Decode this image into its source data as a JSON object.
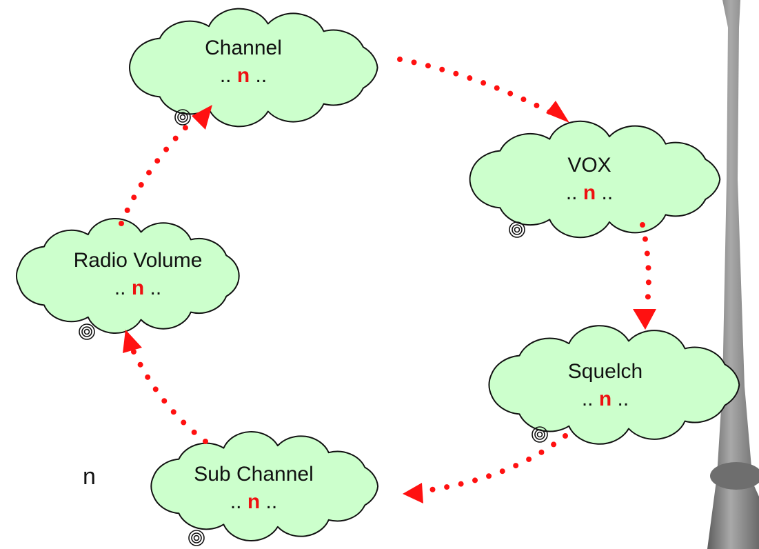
{
  "nodes": [
    {
      "id": "channel",
      "label": "Channel",
      "left": "..",
      "var": "n",
      "right": ".."
    },
    {
      "id": "vox",
      "label": "VOX",
      "left": "..",
      "var": "n",
      "right": ".."
    },
    {
      "id": "squelch",
      "label": "Squelch",
      "left": "..",
      "var": "n",
      "right": ".."
    },
    {
      "id": "sub-channel",
      "label": "Sub Channel",
      "left": "..",
      "var": "n",
      "right": ".."
    },
    {
      "id": "radio-volume",
      "label": "Radio Volume",
      "left": "..",
      "var": "n",
      "right": ".."
    }
  ],
  "stray_text": "n",
  "colors": {
    "cloud_fill": "#ccffcc",
    "cloud_stroke": "#111111",
    "arrow": "#ff1111",
    "variable": "#ee1111",
    "pole": "#8a8a8a"
  }
}
